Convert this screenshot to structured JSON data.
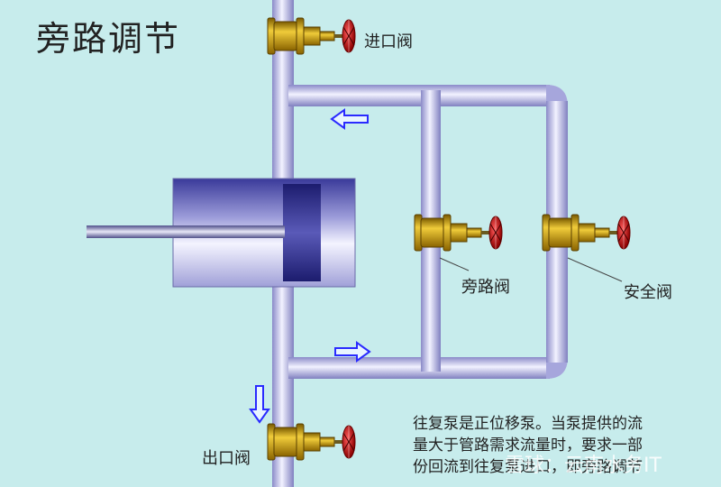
{
  "title": "旁路调节",
  "valves": {
    "inlet": "进口阀",
    "outlet": "出口阀",
    "bypass": "旁路阀",
    "safety": "安全阀"
  },
  "description": [
    "往复泵是正位移泵。当泵提供的流",
    "量大于管路需求流量时，要求一部",
    "份回流到往复泵进口，即旁路调节"
  ],
  "watermark": "雪球：云南水务IT",
  "colors": {
    "background": "#c7ecec",
    "pipe": "#b8b8e6",
    "arrow": "#2a2aff",
    "valve_body": "#c9a11a",
    "handwheel": "#c41a1a"
  }
}
